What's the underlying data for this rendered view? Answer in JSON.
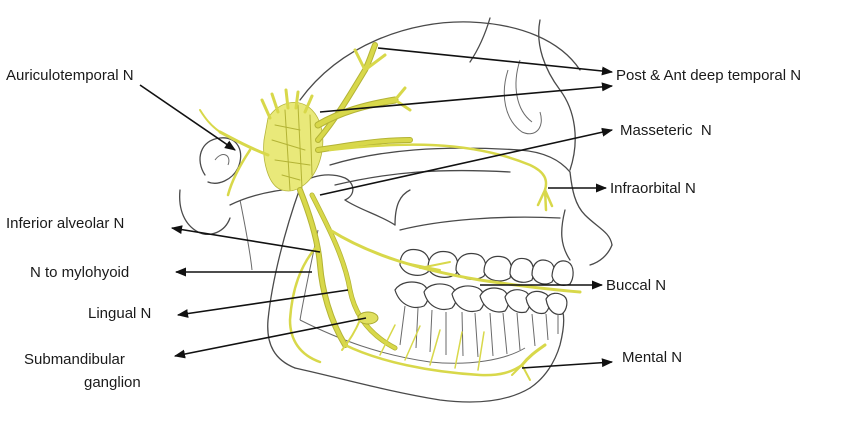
{
  "labels": {
    "auriculotemporal": "Auriculotemporal N",
    "deep_temporal": "Post & Ant deep temporal N",
    "masseteric": "Masseteric  N",
    "infraorbital": "Infraorbital N",
    "inferior_alveolar": "Inferior alveolar N",
    "mylohyoid": "N to mylohyoid",
    "lingual": "Lingual N",
    "submandibular_line1": "Submandibular",
    "submandibular_line2": "ganglion",
    "buccal": "Buccal N",
    "mental": "Mental N"
  },
  "colors": {
    "nerve": "#d8d84a",
    "bone_outline": "#4a4a4a",
    "arrow": "#111111"
  }
}
